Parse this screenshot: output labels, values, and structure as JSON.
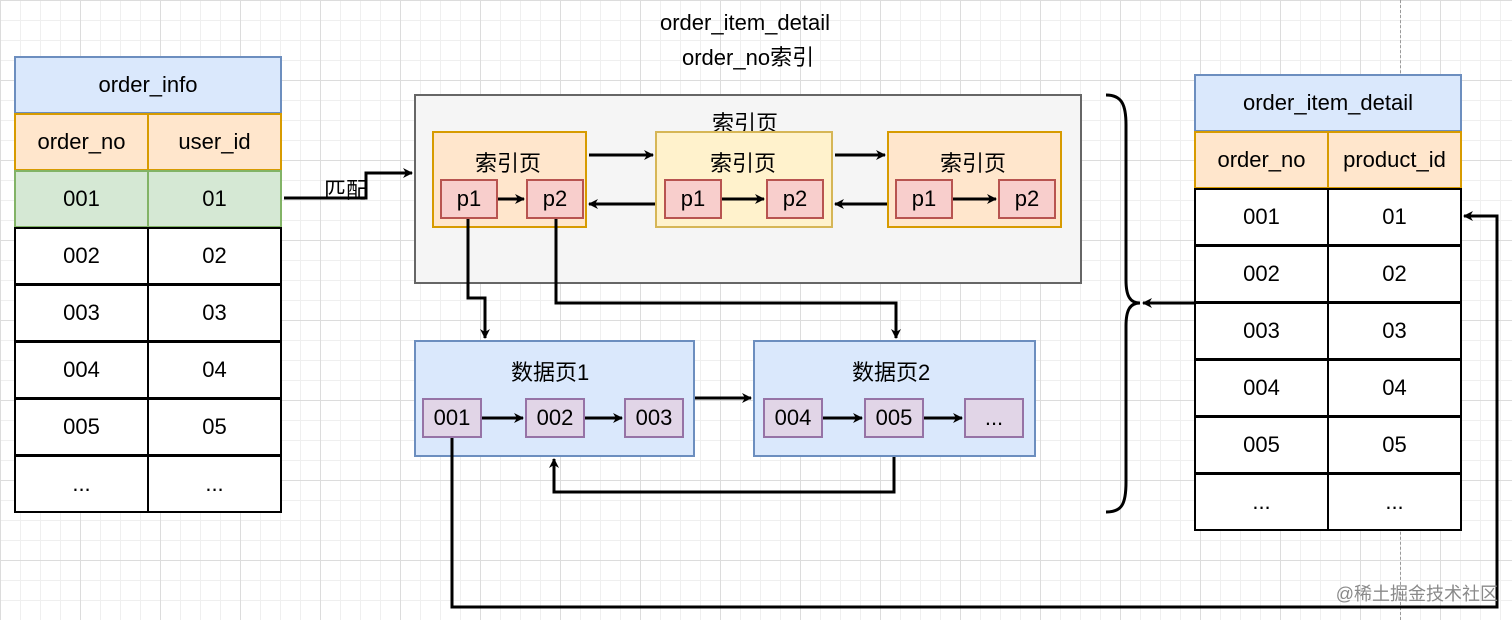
{
  "diagram_title": {
    "line1": "order_item_detail",
    "line2": "order_no索引"
  },
  "order_info": {
    "title": "order_info",
    "headers": [
      "order_no",
      "user_id"
    ],
    "rows": [
      [
        "001",
        "01"
      ],
      [
        "002",
        "02"
      ],
      [
        "003",
        "03"
      ],
      [
        "004",
        "04"
      ],
      [
        "005",
        "05"
      ],
      [
        "...",
        "..."
      ]
    ]
  },
  "order_item_detail": {
    "title": "order_item_detail",
    "headers": [
      "order_no",
      "product_id"
    ],
    "rows": [
      [
        "001",
        "01"
      ],
      [
        "002",
        "02"
      ],
      [
        "003",
        "03"
      ],
      [
        "004",
        "04"
      ],
      [
        "005",
        "05"
      ],
      [
        "...",
        "..."
      ]
    ]
  },
  "match_label": "匹配",
  "index_container_label": "索引页",
  "index_pages": [
    {
      "label": "索引页",
      "pointers": [
        "p1",
        "p2"
      ]
    },
    {
      "label": "索引页",
      "pointers": [
        "p1",
        "p2"
      ]
    },
    {
      "label": "索引页",
      "pointers": [
        "p1",
        "p2"
      ]
    }
  ],
  "data_pages": [
    {
      "label": "数据页1",
      "records": [
        "001",
        "002",
        "003"
      ]
    },
    {
      "label": "数据页2",
      "records": [
        "004",
        "005",
        "..."
      ]
    }
  ],
  "watermark": "@稀土掘金技术社区"
}
